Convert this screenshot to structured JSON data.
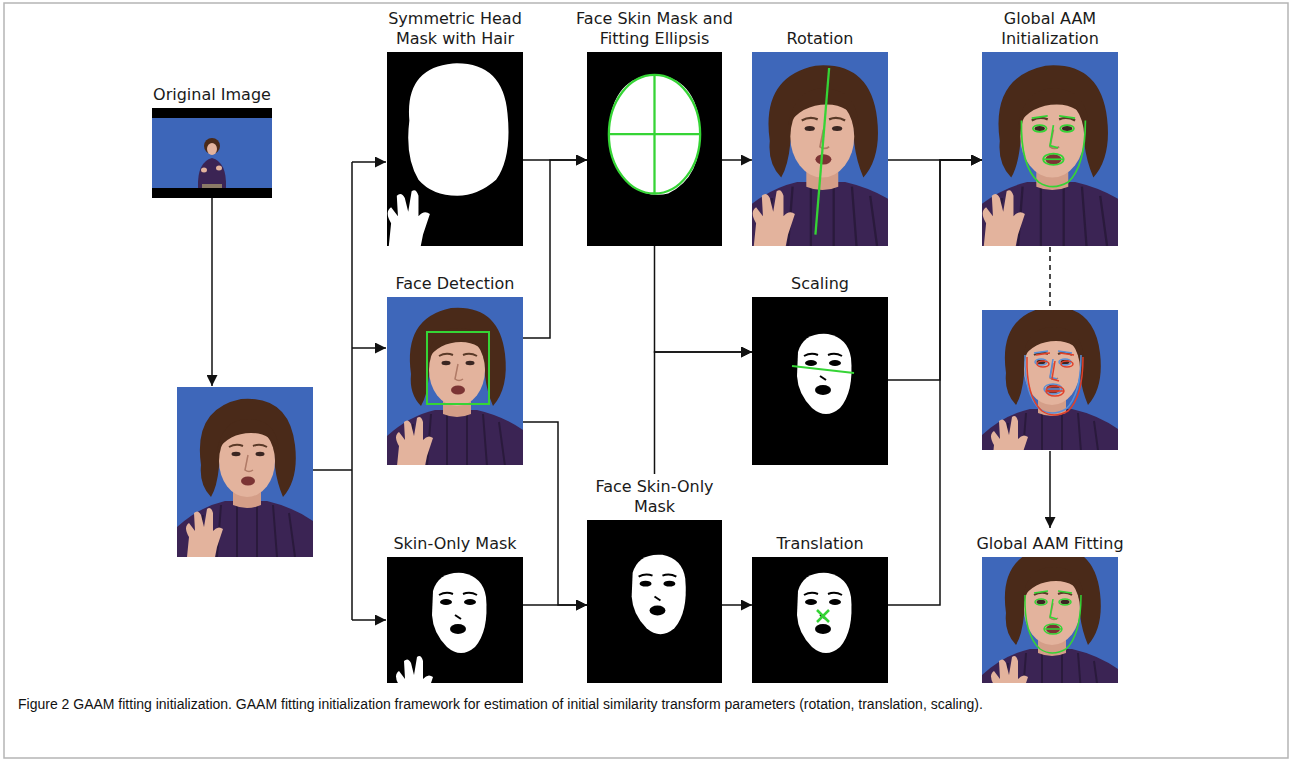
{
  "diagram": {
    "caption": "Figure 2 GAAM fitting initialization. GAAM fitting initialization framework for estimation of initial similarity transform parameters (rotation, translation, scaling).",
    "nodes": [
      {
        "text": [
          "Original Image"
        ]
      },
      {
        "text": [
          "Symmetric Head Mask with Hair"
        ]
      },
      {
        "text": [
          "Face Detection"
        ]
      },
      {
        "text": [
          "Skin-Only Mask"
        ]
      },
      {
        "text": [
          "Face Skin Mask and Fitting Ellipsis"
        ]
      },
      {
        "text": [
          "Face Skin-Only Mask"
        ]
      },
      {
        "text": [
          "Rotation"
        ]
      },
      {
        "text": [
          "Scaling"
        ]
      },
      {
        "text": [
          "Translation"
        ]
      },
      {
        "text": [
          "Global AAM Initialization"
        ]
      },
      {
        "text": [
          "Global AAM Fitting"
        ]
      }
    ],
    "edges": [
      {
        "from": 1,
        "to": 4,
        "arrow": "to"
      },
      {
        "from": 2,
        "to": 4,
        "arrow": "to"
      },
      {
        "from": 2,
        "to": 5,
        "arrow": "to"
      },
      {
        "from": 3,
        "to": 5,
        "arrow": "to"
      },
      {
        "from": 4,
        "to": 6,
        "arrow": "to"
      },
      {
        "from": 4,
        "to": 7,
        "arrow": "to"
      },
      {
        "from": 5,
        "to": 7,
        "arrow": "to"
      },
      {
        "from": 5,
        "to": 8,
        "arrow": "to"
      },
      {
        "from": 6,
        "to": 9,
        "arrow": "to"
      },
      {
        "from": 7,
        "to": 9,
        "arrow": "to"
      },
      {
        "from": 8,
        "to": 9,
        "arrow": "to"
      }
    ]
  }
}
